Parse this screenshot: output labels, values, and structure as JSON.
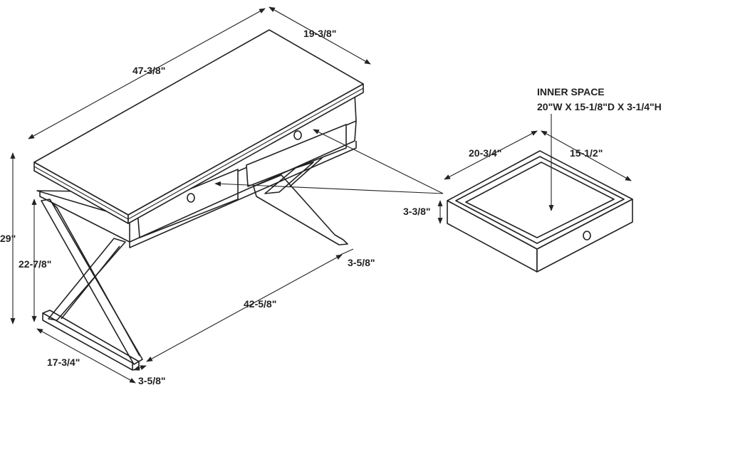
{
  "labels": {
    "top_width": "47-3/8\"",
    "top_depth": "19-3/8\"",
    "total_height": "29\"",
    "leg_height": "22-7/8\"",
    "leg_inset_right": "3-5/8\"",
    "leg_span": "42-5/8\"",
    "base_depth": "17-3/4\"",
    "leg_inset_front": "3-5/8\"",
    "inner_title": "INNER SPACE",
    "inner_dims": "20\"W X 15-1/8\"D X 3-1/4\"H",
    "drawer_width": "20-3/4\"",
    "drawer_depth": "15-1/2\"",
    "drawer_height": "3-3/8\""
  },
  "colors": {
    "line": "#222222",
    "background": "#ffffff"
  }
}
